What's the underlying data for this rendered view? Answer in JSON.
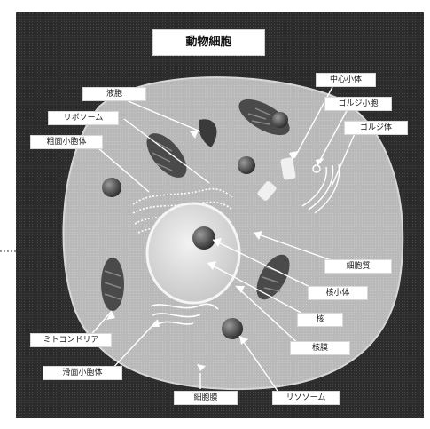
{
  "title": "動物細胞",
  "labels": {
    "vacuole": "液胞",
    "ribosome": "リボソーム",
    "rough_er": "粗面小胞体",
    "centriole": "中心小体",
    "golgi_vesicle": "ゴルジ小胞",
    "golgi_body": "ゴルジ体",
    "cytoplasm": "細胞質",
    "nucleolus": "核小体",
    "nucleus": "核",
    "nuclear_membrane": "核膜",
    "mitochondria": "ミトコンドリア",
    "smooth_er": "滑面小胞体",
    "lysosome": "リソソーム",
    "cell_membrane": "細胞膜"
  },
  "colors": {
    "background": "#2a2a2a",
    "cell": "#c9c9c9",
    "organelle": "#555555",
    "nucleus": "#e0e0e0",
    "label_bg": "#ffffff"
  }
}
